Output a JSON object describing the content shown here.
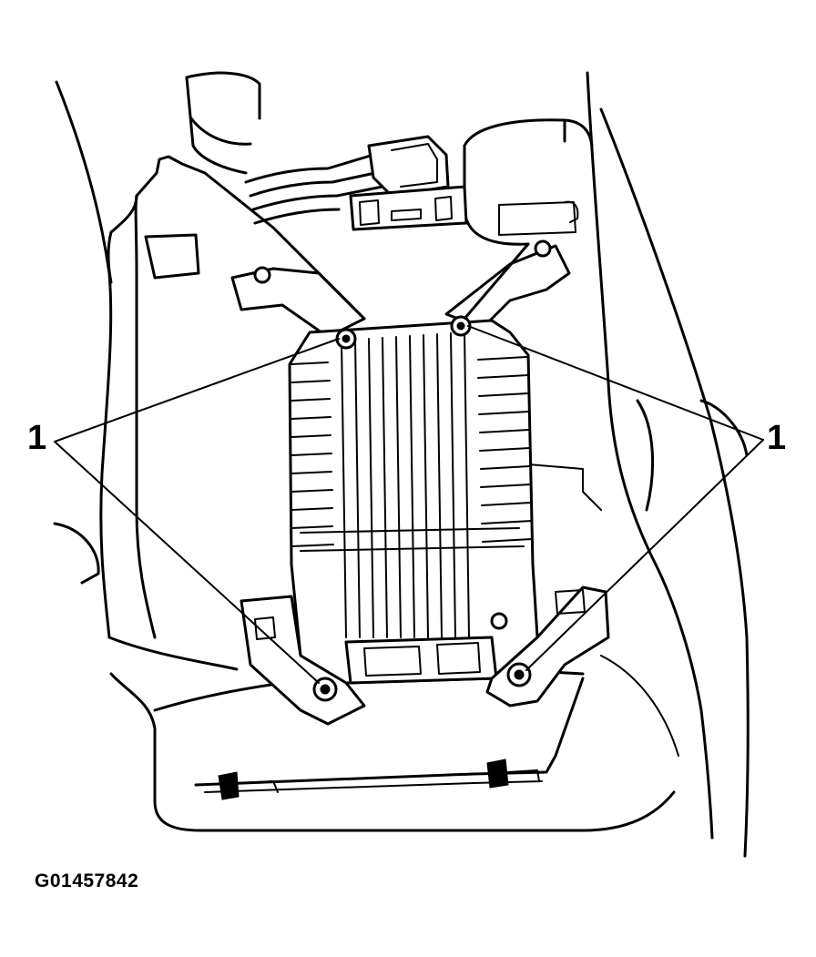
{
  "figure": {
    "id": "G01457842",
    "callouts": [
      {
        "label": "1"
      },
      {
        "label": "1"
      }
    ]
  }
}
